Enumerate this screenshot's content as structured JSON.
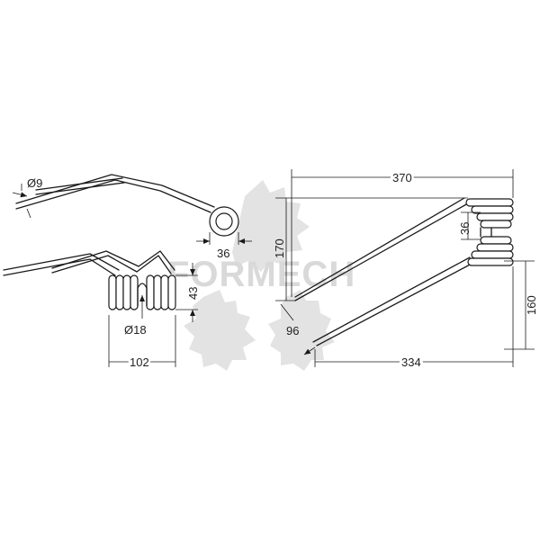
{
  "watermark": {
    "text": "FORMECH",
    "color": "#d9d9d9"
  },
  "colors": {
    "line": "#1a1a1a",
    "text": "#222222",
    "background": "#ffffff"
  },
  "dimensions": {
    "wire_diameter": "Ø9",
    "coil_width": "36",
    "coil_inner_diameter": "Ø18",
    "coil_height": "43",
    "coil_length": "102",
    "total_length": "370",
    "tine_height": "170",
    "coil_gap": "36",
    "tine_offset": "96",
    "tine_length": "334",
    "lower_height": "160"
  }
}
